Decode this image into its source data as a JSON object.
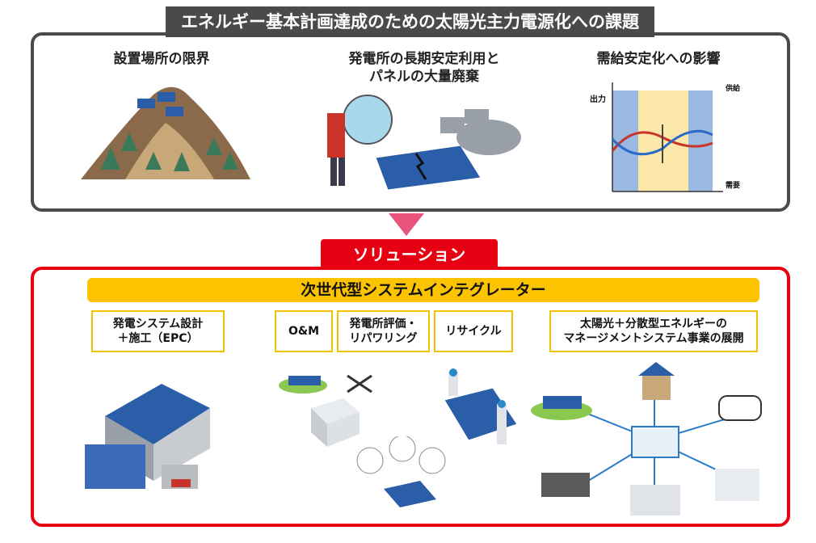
{
  "header": {
    "title": "エネルギー基本計画達成のための太陽光主力電源化への課題"
  },
  "challenges": [
    {
      "title": "設置場所の限界"
    },
    {
      "title": "発電所の長期安定利用と\nパネルの大量廃棄"
    },
    {
      "title": "需給安定化への影響"
    }
  ],
  "supply_demand_chart": {
    "y_label": "出力",
    "supply_label": "供給",
    "demand_label": "需要"
  },
  "solution": {
    "tab_label": "ソリューション",
    "banner": "次世代型システムインテグレーター",
    "items": [
      {
        "label": "発電システム設計\n＋施工（EPC）"
      },
      {
        "label": "O&M"
      },
      {
        "label": "発電所評価・\nリパワリング"
      },
      {
        "label": "リサイクル"
      },
      {
        "label": "太陽光＋分散型エネルギーの\nマネージメントシステム事業の展開"
      }
    ]
  },
  "colors": {
    "dark_frame": "#4a4a4a",
    "red": "#e60012",
    "yellow": "#fcc400",
    "arrow_pink": "#e8547c",
    "panel_blue": "#2a5ea8"
  }
}
